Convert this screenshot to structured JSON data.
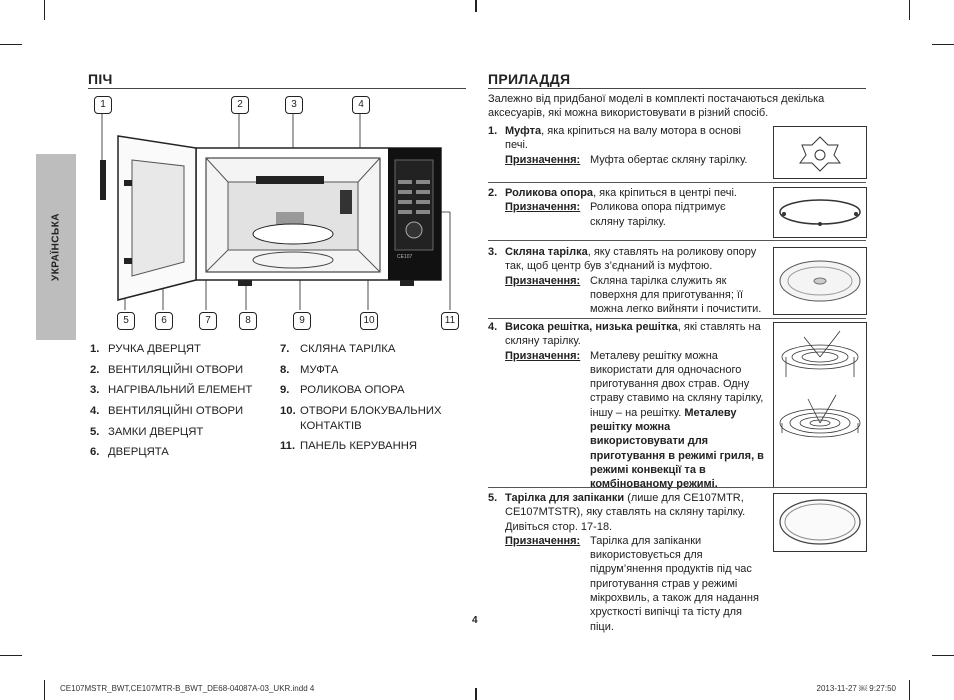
{
  "side_tab": "УКРАЇНСЬКА",
  "oven": {
    "title": "ПІЧ",
    "callouts": [
      "1",
      "2",
      "3",
      "4",
      "5",
      "6",
      "7",
      "8",
      "9",
      "10",
      "11"
    ],
    "panel_text": "CE107",
    "parts_left": [
      {
        "num": "1.",
        "label": "РУЧКА ДВЕРЦЯТ"
      },
      {
        "num": "2.",
        "label": "ВЕНТИЛЯЦІЙНІ ОТВОРИ"
      },
      {
        "num": "3.",
        "label": "НАГРІВАЛЬНИЙ ЕЛЕМЕНТ"
      },
      {
        "num": "4.",
        "label": "ВЕНТИЛЯЦІЙНІ ОТВОРИ"
      },
      {
        "num": "5.",
        "label": "ЗАМКИ ДВЕРЦЯТ"
      },
      {
        "num": "6.",
        "label": "ДВЕРЦЯТА"
      }
    ],
    "parts_right": [
      {
        "num": "7.",
        "label": "СКЛЯНА ТАРІЛКА"
      },
      {
        "num": "8.",
        "label": "МУФТА"
      },
      {
        "num": "9.",
        "label": "РОЛИКОВА ОПОРА"
      },
      {
        "num": "10.",
        "label": "ОТВОРИ БЛОКУВАЛЬНИХ КОНТАКТІВ"
      },
      {
        "num": "11.",
        "label": "ПАНЕЛЬ КЕРУВАННЯ"
      }
    ]
  },
  "accessories": {
    "title": "ПРИЛАДДЯ",
    "intro": "Залежно від придбаної моделі в комплекті постачаються декілька аксесуарів, які можна використовувати в різний спосіб.",
    "purpose_label": "Призначення:",
    "items": [
      {
        "num": "1.",
        "name": "Муфта",
        "desc": ", яка кріпиться на валу мотора в основі печі.",
        "purpose": "Муфта обертає скляну тарілку.",
        "purpose_bold": ""
      },
      {
        "num": "2.",
        "name": "Роликова опора",
        "desc": ", яка кріпиться в центрі печі.",
        "purpose": "Роликова опора підтримує скляну тарілку.",
        "purpose_bold": ""
      },
      {
        "num": "3.",
        "name": "Скляна тарілка",
        "desc": ", яку ставлять на роликову опору так, щоб центр був з’єднаний із муфтою.",
        "purpose": "Скляна тарілка служить як поверхня для приготування; її можна легко вийняти і почистити.",
        "purpose_bold": ""
      },
      {
        "num": "4.",
        "name": "Висока решітка, низька решітка",
        "desc": ", які ставлять на скляну тарілку.",
        "purpose": "Металеву решітку можна використати для одночасного приготування двох страв. Одну страву ставимо на скляну тарілку, іншу – на решітку. ",
        "purpose_bold": "Металеву решітку можна використовувати для приготування в режимі гриля, в режимі конвекції та в комбінованому режимі."
      },
      {
        "num": "5.",
        "name": "Тарілка для запіканки",
        "desc": " (лише для CE107MTR, CE107MTSTR), яку ставлять на скляну тарілку. Дивіться стор. 17-18.",
        "purpose": "Тарілка для запіканки використовується для підрум’янення продуктів під час приготування страв у режимі мікрохвиль, а також для надання хрусткості випічці та тісту для піци.",
        "purpose_bold": ""
      }
    ]
  },
  "page_number": "4",
  "footer": {
    "left": "CE107MSTR_BWT,CE107MTR-B_BWT_DE68-04087A-03_UKR.indd   4",
    "right": "2013-11-27   ￼ 9:27:50"
  }
}
